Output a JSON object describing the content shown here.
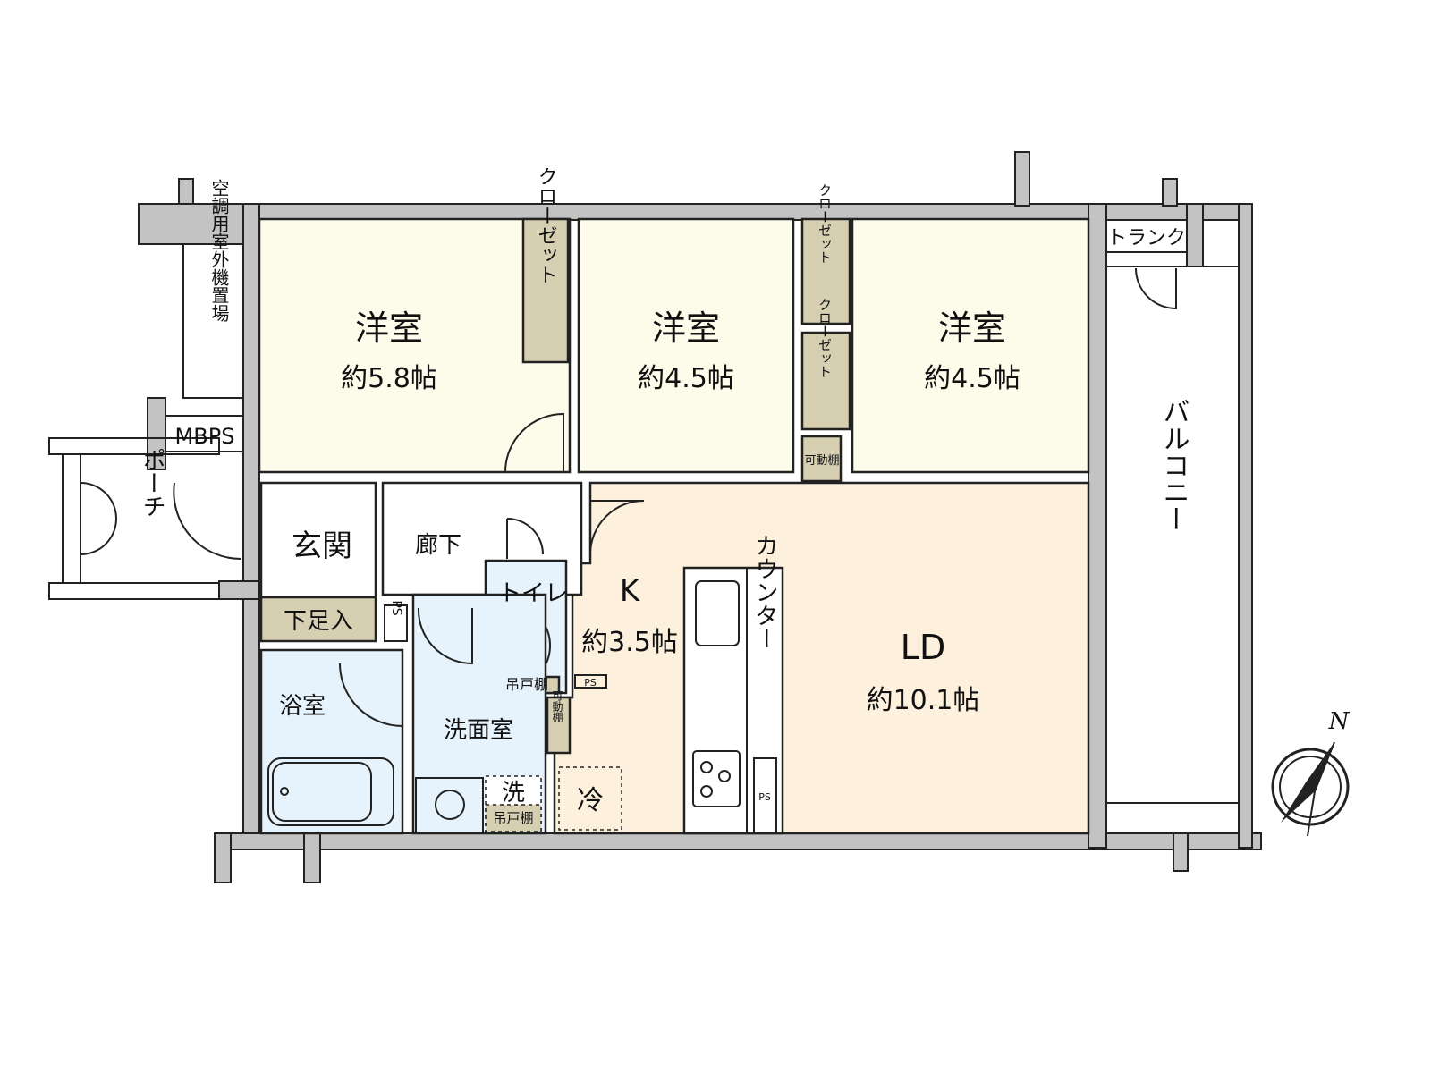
{
  "colors": {
    "bedroom": "#fdfbea",
    "ldk": "#fdf0dd",
    "wet": "#e6f3fc",
    "storage": "#d7cfb2",
    "wall": "#c3c3c3"
  },
  "rooms": {
    "bedroom1": {
      "name": "洋室",
      "size": "約5.8帖"
    },
    "bedroom2": {
      "name": "洋室",
      "size": "約4.5帖"
    },
    "bedroom3": {
      "name": "洋室",
      "size": "約4.5帖"
    },
    "ld": {
      "name": "LD",
      "size": "約10.1帖"
    },
    "kitchen": {
      "name": "K",
      "size": "約3.5帖"
    },
    "entrance": "玄関",
    "hallway": "廊下",
    "toilet": "トイレ",
    "bathroom": "浴室",
    "washroom": "洗面室",
    "balcony": "バルコニー",
    "porch": "ポーチ"
  },
  "labels": {
    "closet": "クローゼット",
    "movable_shelf": "可動棚",
    "trunk": "トランク",
    "ac_unit_space": "空調用室外機置場",
    "mbps": "MBPS",
    "shoe_storage": "下足入",
    "ps": "PS",
    "hanging_shelf": "吊戸棚",
    "washer": "洗",
    "fridge": "冷",
    "counter": "カウンター",
    "north": "N"
  }
}
